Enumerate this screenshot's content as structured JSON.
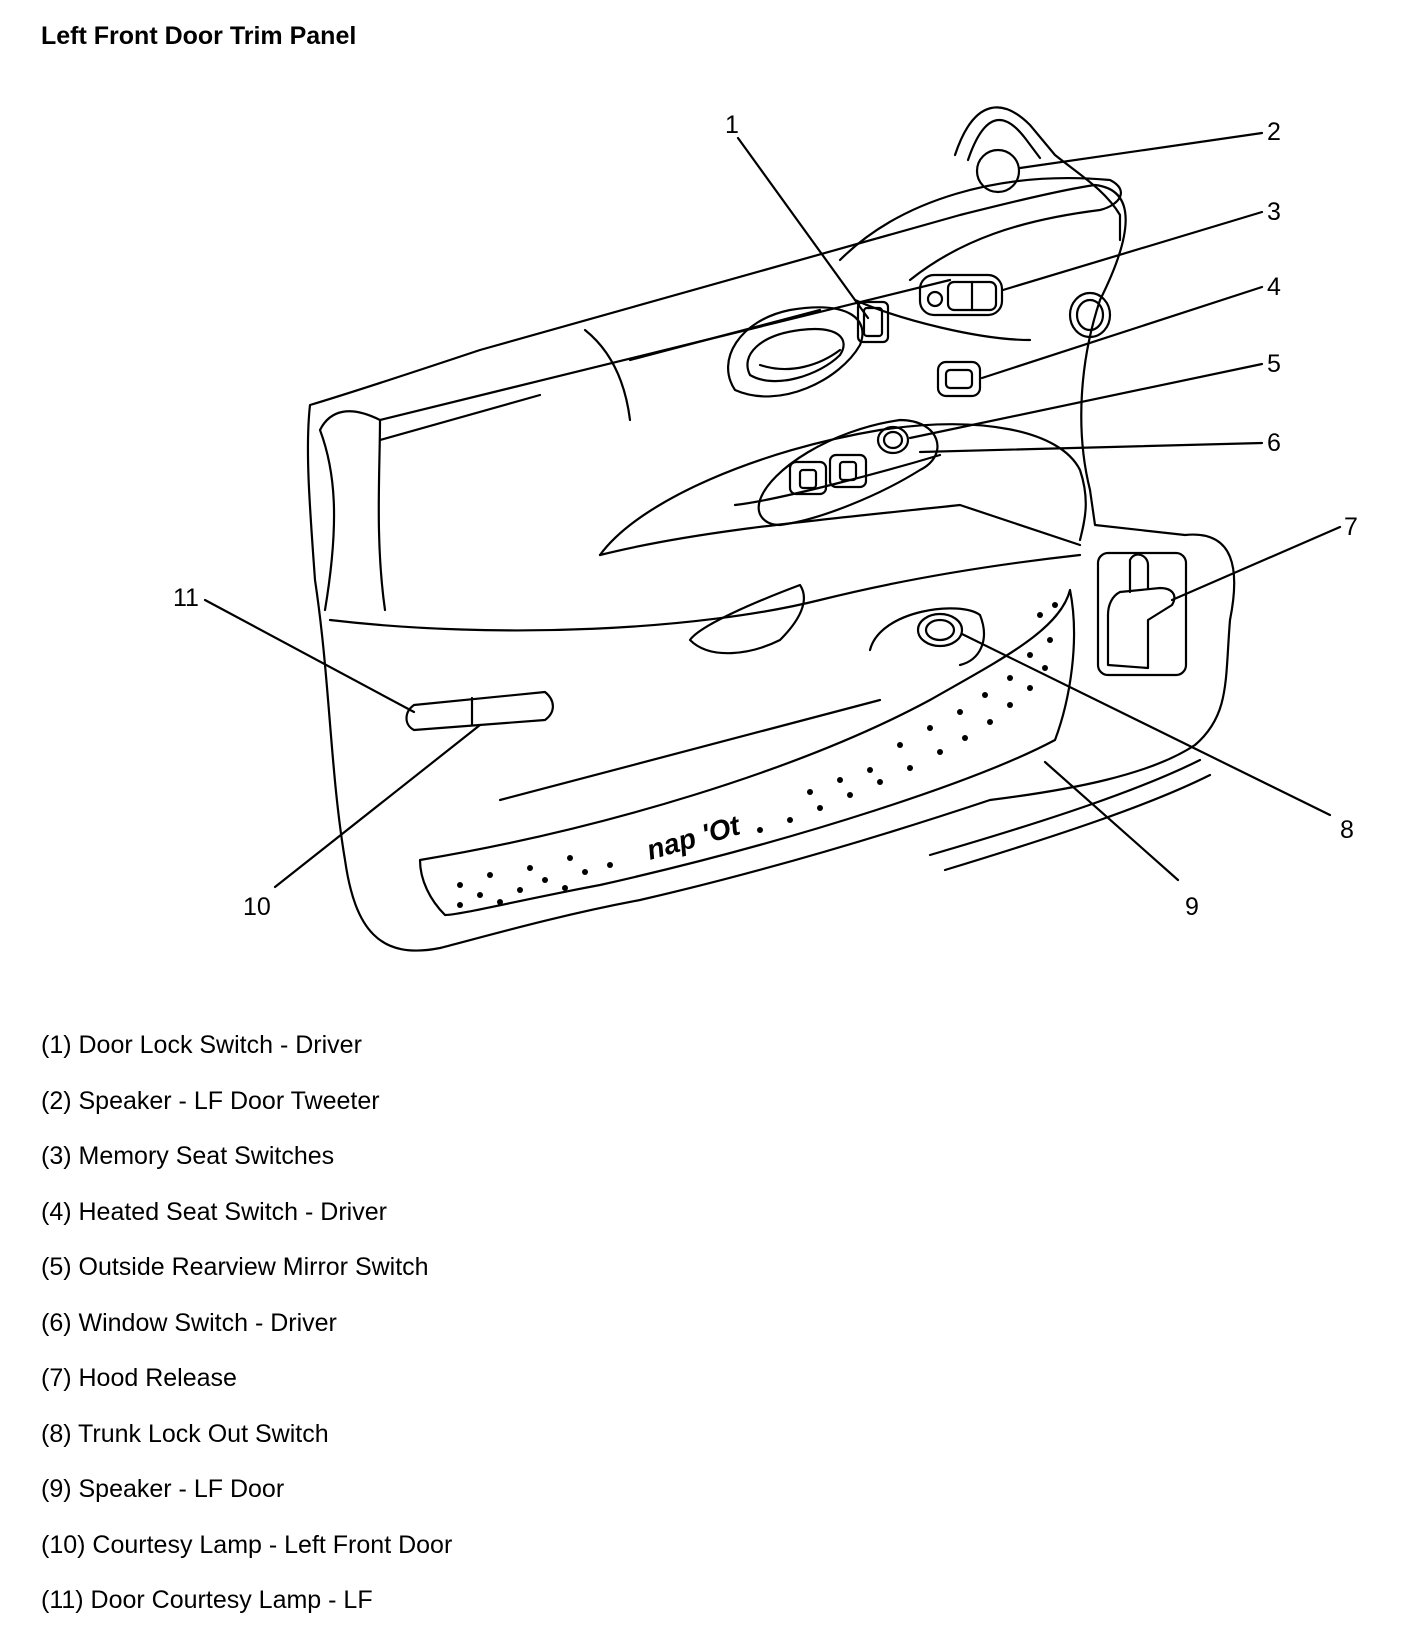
{
  "title": "Left Front Door Trim Panel",
  "callouts": [
    "1",
    "2",
    "3",
    "4",
    "5",
    "6",
    "7",
    "8",
    "9",
    "10",
    "11"
  ],
  "watermark": "nap 'Ot",
  "legend": [
    "(1) Door Lock Switch - Driver",
    "(2) Speaker - LF Door Tweeter",
    "(3) Memory Seat Switches",
    "(4) Heated Seat Switch - Driver",
    "(5) Outside Rearview Mirror Switch",
    "(6) Window Switch - Driver",
    "(7) Hood Release",
    "(8) Trunk Lock Out Switch",
    "(9) Speaker - LF Door",
    "(10) Courtesy Lamp - Left Front Door",
    "(11) Door Courtesy Lamp - LF"
  ]
}
